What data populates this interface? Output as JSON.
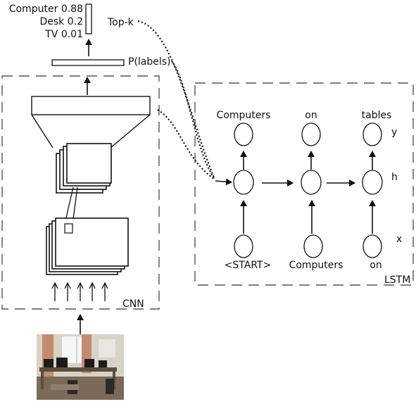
{
  "top_predictions": [
    {
      "label": "Computer",
      "score": "0.88"
    },
    {
      "label": "Desk",
      "score": "0.2"
    },
    {
      "label": "TV",
      "score": "0.01"
    }
  ],
  "labels": {
    "topk": "Top-k",
    "plabels": "P(labels)",
    "cnn": "CNN",
    "lstm": "LSTM",
    "y": "y",
    "h": "h",
    "x": "x"
  },
  "lstm": {
    "outputs": [
      "Computers",
      "on",
      "tables"
    ],
    "inputs": [
      "<START>",
      "Computers",
      "on"
    ]
  },
  "photo": {
    "wall": "#d8d2c6",
    "floor": "#7b6a58",
    "curtain": "#c48c6e",
    "window": "#f4f6f8",
    "desk": "#5a4d40",
    "monitor": "#1c1c1c"
  }
}
